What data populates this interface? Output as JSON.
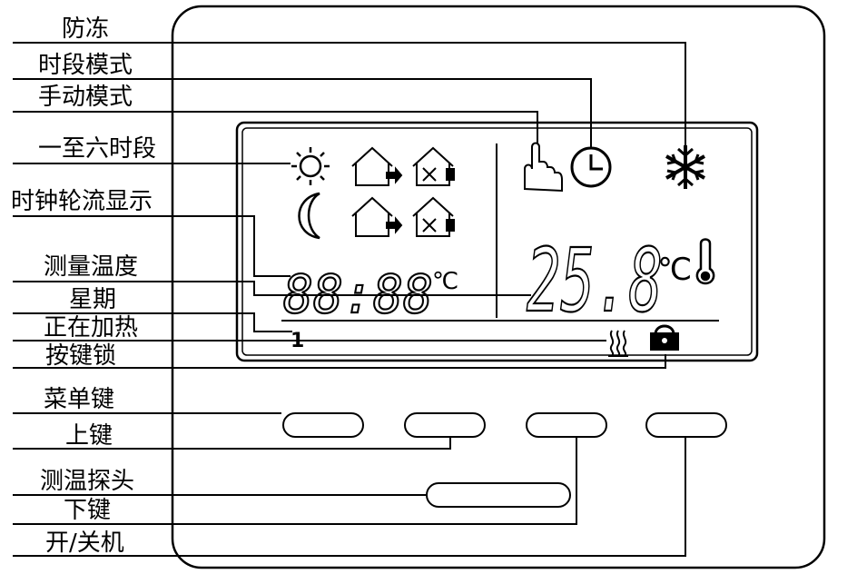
{
  "labels": {
    "antifreeze": "防冻",
    "period_mode": "时段模式",
    "manual_mode": "手动模式",
    "mon_sat_period": "一至六时段",
    "clock_rotate": "时钟轮流显示",
    "measured_temp": "测量温度",
    "weekday": "星期",
    "heating": "正在加热",
    "key_lock": "按键锁",
    "menu_key": "菜单键",
    "up_key": "上键",
    "probe": "测温探头",
    "down_key": "下键",
    "power_key": "开/关机"
  },
  "display": {
    "clock": "88:88",
    "clock_unit": "℃",
    "temperature": "25.8",
    "temp_unit": "℃",
    "weekday_value": "1"
  },
  "icons": [
    "sun-icon",
    "moon-icon",
    "house-leave-icon",
    "house-away-icon",
    "hand-icon",
    "clock-icon",
    "snowflake-icon",
    "thermometer-icon",
    "heating-icon",
    "lock-icon"
  ]
}
